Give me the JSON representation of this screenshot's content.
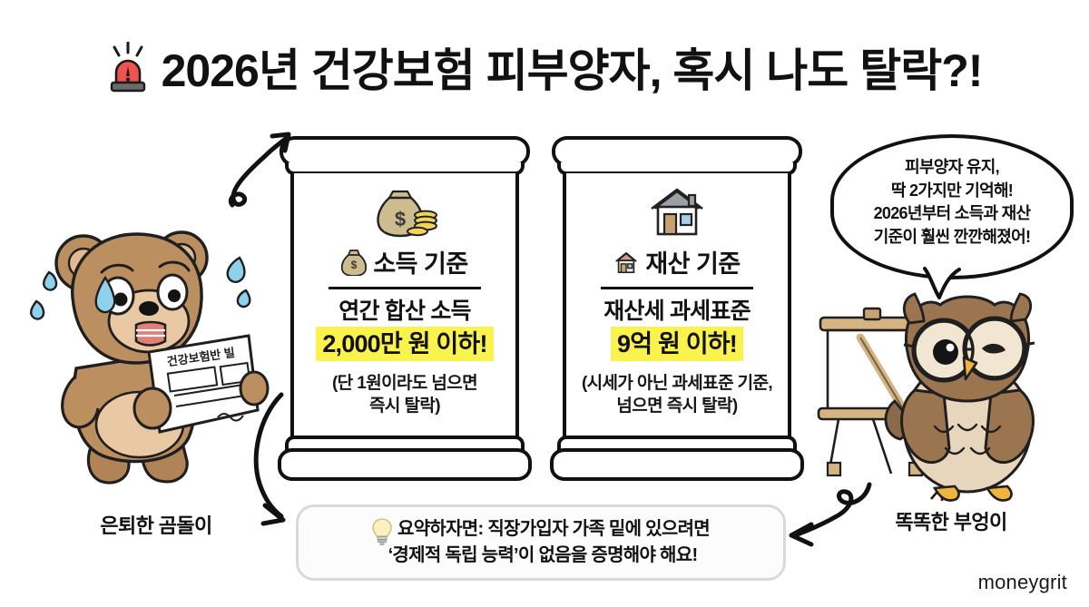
{
  "page": {
    "background_color": "#ffffff",
    "ink_color": "#111111",
    "highlight_color": "#FAF34D",
    "watermark": "moneygrit"
  },
  "title": {
    "icon": "siren-icon",
    "text": "2026년 건강보험 피부양자, 혹시 나도 탈락?!"
  },
  "cards": [
    {
      "id": "income",
      "hero_icon": "money-bag-with-coins-icon",
      "heading_icon": "money-bag-icon",
      "heading": "소득 기준",
      "line1": "연간 합산 소득",
      "highlight": "2,000만 원 이하!",
      "note_line1": "(단 1원이라도 넘으면",
      "note_line2": "즉시 탈락)"
    },
    {
      "id": "asset",
      "hero_icon": "house-icon",
      "heading_icon": "house-icon",
      "heading": "재산 기준",
      "line1": "재산세 과세표준",
      "highlight": "9억 원 이하!",
      "note_line1": "(시세가 아닌 과세표준 기준,",
      "note_line2": "넘으면 즉시 탈락)"
    }
  ],
  "speech_bubble": {
    "lines": [
      "피부양자 유지,",
      "딱 2가지만 기억해!",
      "2026년부터 소득과 재산",
      "기준이 훨씬 깐깐해졌어!"
    ]
  },
  "summary": {
    "icon": "lightbulb-icon",
    "line1": "요약하자면: 직장가입자 가족 밑에 있으려면",
    "line2": "‘경제적 독립 능력’이 없음을 증명해야 해요!"
  },
  "characters": [
    {
      "id": "bear",
      "caption": "은퇴한 곰돌이",
      "held_document_text": "건강보험반 빌"
    },
    {
      "id": "owl",
      "caption": "똑똑한 부엉이"
    }
  ]
}
